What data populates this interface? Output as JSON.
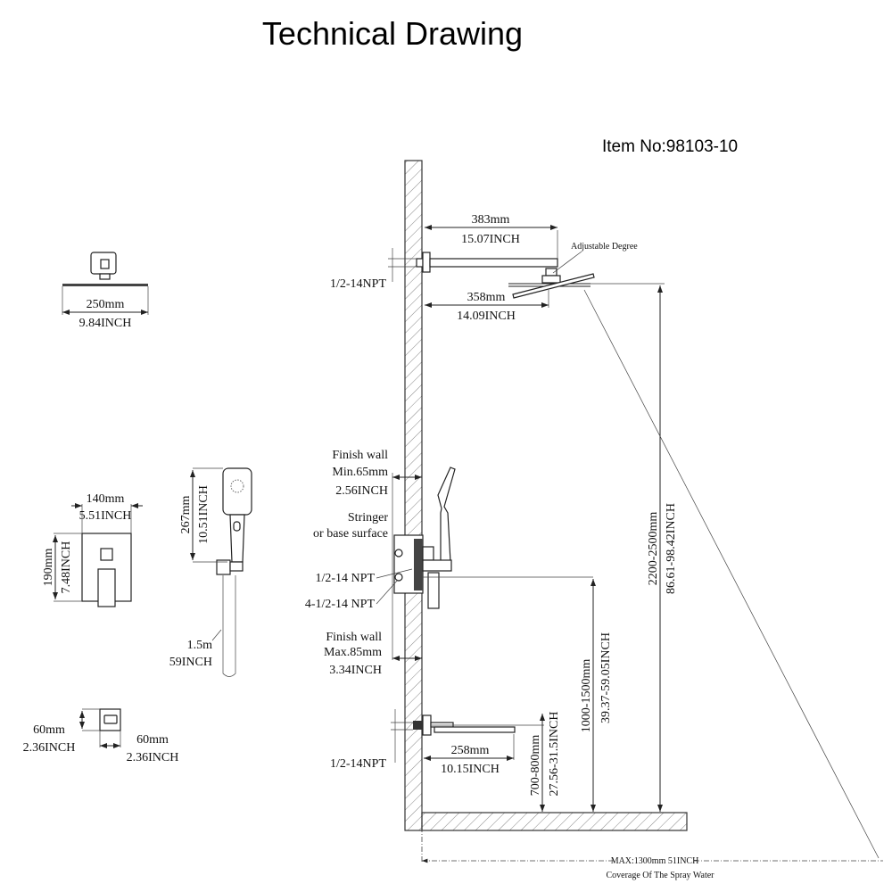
{
  "title": "Technical Drawing",
  "item_no": "Item No:98103-10",
  "shower_head": {
    "width_mm": "250mm",
    "width_in": "9.84INCH"
  },
  "valve_trim": {
    "width_mm": "140mm",
    "width_in": "5.51INCH",
    "height_mm": "190mm",
    "height_in": "7.48INCH"
  },
  "hand_shower": {
    "length_mm": "267mm",
    "length_in": "10.51INCH",
    "hose_m": "1.5m",
    "hose_in": "59INCH"
  },
  "holder": {
    "height_mm": "60mm",
    "height_in": "2.36INCH",
    "width_mm": "60mm",
    "width_in": "2.36INCH"
  },
  "arm": {
    "length_mm": "383mm",
    "length_in": "15.07INCH",
    "reach_mm": "358mm",
    "reach_in": "14.09INCH",
    "adjustable": "Adjustable Degree",
    "npt": "1/2-14NPT"
  },
  "valve": {
    "finish_min_label": "Finish wall",
    "finish_min_mm": "Min.65mm",
    "finish_min_in": "2.56INCH",
    "stringer_1": "Stringer",
    "stringer_2": "or base surface",
    "npt_1": "1/2-14 NPT",
    "npt_4": "4-1/2-14 NPT",
    "finish_max_label": "Finish wall",
    "finish_max_mm": "Max.85mm",
    "finish_max_in": "3.34INCH"
  },
  "heights": {
    "head_mm": "2200-2500mm",
    "head_in": "86.61-98.42INCH",
    "valve_mm": "1000-1500mm",
    "valve_in": "39.37-59.05INCH",
    "spout_mm": "700-800mm",
    "spout_in": "27.56-31.5INCH"
  },
  "spout": {
    "length_mm": "258mm",
    "length_in": "10.15INCH",
    "npt": "1/2-14NPT"
  },
  "coverage": {
    "max": "MAX:1300mm 51INCH",
    "label": "Coverage Of The Spray Water"
  }
}
